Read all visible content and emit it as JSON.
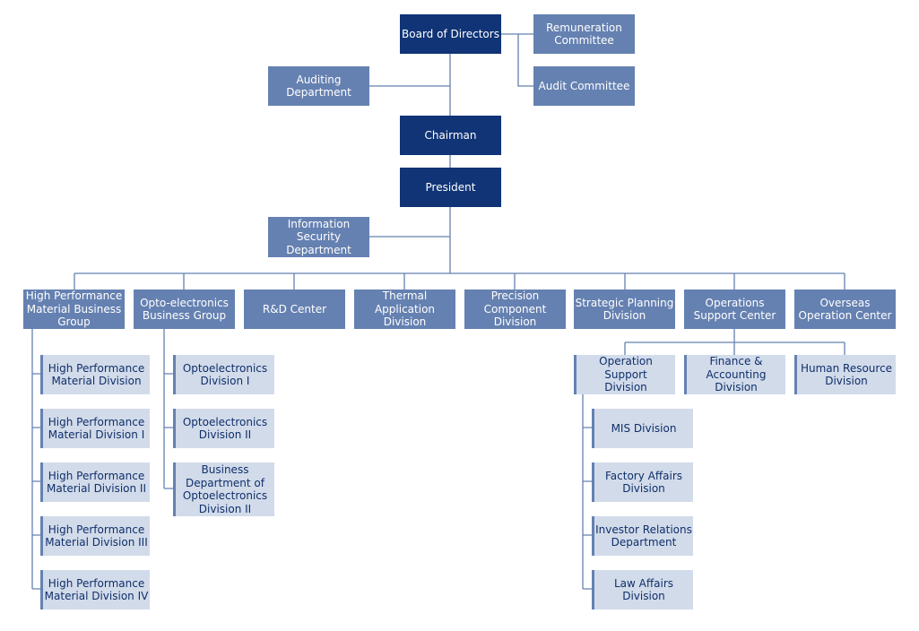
{
  "colors": {
    "dark": "#103476",
    "mid": "#6581b1",
    "light": "#d2dbea",
    "line": "#6581b1"
  },
  "top": {
    "board": "Board of Directors",
    "remuneration": "Remuneration\nCommittee",
    "audit_committee": "Audit Committee",
    "auditing_dept": "Auditing\nDepartment",
    "chairman": "Chairman",
    "president": "President",
    "info_security": "Information\nSecurity\nDepartment"
  },
  "groups": {
    "hpm_group": "High Performance\nMaterial Business\nGroup",
    "opto_group": "Opto-electronics\nBusiness Group",
    "rd": "R&D Center",
    "thermal": "Thermal\nApplication\nDivision",
    "precision": "Precision\nComponent\nDivision",
    "strategic": "Strategic Planning\nDivision",
    "ops_support": "Operations\nSupport Center",
    "overseas": "Overseas\nOperation Center"
  },
  "hpm_divisions": [
    "High Performance\nMaterial Division",
    "High Performance\nMaterial Division I",
    "High Performance\nMaterial Division II",
    "High Performance\nMaterial Division III",
    "High Performance\nMaterial Division IV"
  ],
  "opto_divisions": [
    "Optoelectronics\nDivision I",
    "Optoelectronics\nDivision II",
    "Business\nDepartment of\nOptoelectronics\nDivision II"
  ],
  "ops_children": {
    "operation_support": "Operation Support\nDivision",
    "finance": "Finance &\nAccounting\nDivision",
    "hr": "Human Resource\nDivision"
  },
  "operation_support_units": [
    "MIS Division",
    "Factory Affairs\nDivision",
    "Investor Relations\nDepartment",
    "Law Affairs\nDivision"
  ]
}
